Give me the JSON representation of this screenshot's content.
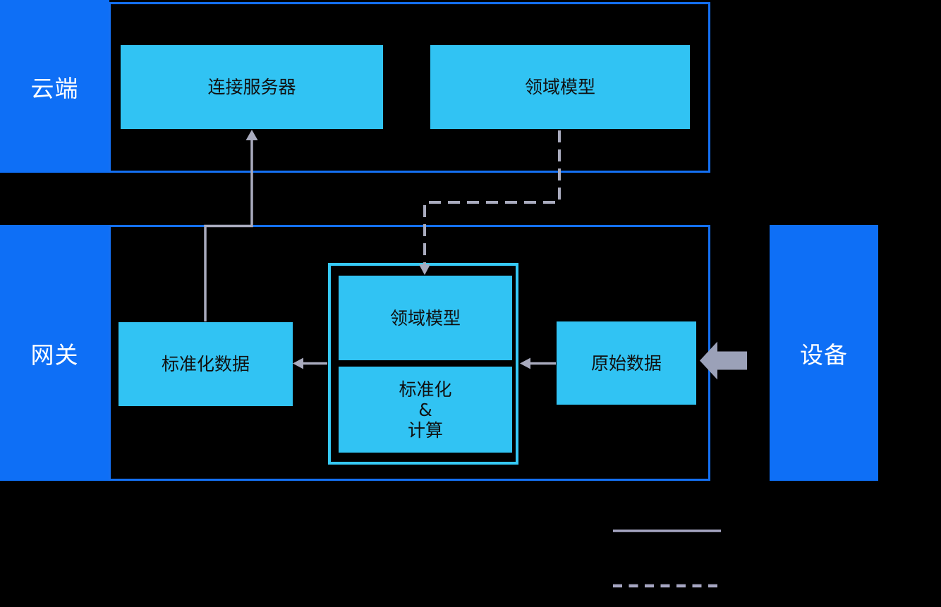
{
  "colors": {
    "background": "#000000",
    "section_blue": "#0e6ff6",
    "section_border_blue": "#1470f3",
    "node_cyan": "#31c3f3",
    "container_border_cyan": "#36c9f6",
    "connector_gray": "#a9abbe",
    "block_arrow_gray": "#9ba1b8",
    "legend_gray": "#a6a6c2",
    "node_text": "#101010",
    "label_text": "#ffffff"
  },
  "sections": {
    "cloud": {
      "label": "云端"
    },
    "gateway": {
      "label": "网关"
    },
    "device": {
      "label": "设备"
    }
  },
  "nodes": {
    "connect_server": {
      "label": "连接服务器"
    },
    "cloud_domain_model": {
      "label": "领域模型"
    },
    "standardized_data": {
      "label": "标准化数据"
    },
    "gateway_domain_model": {
      "label": "领域模型"
    },
    "standardize_compute": {
      "label": "标准化\n&\n计算"
    },
    "raw_data": {
      "label": "原始数据"
    }
  },
  "legend": {
    "items": [
      {
        "name": "solid-connector",
        "style": "solid"
      },
      {
        "name": "dashed-connector",
        "style": "dashed"
      }
    ]
  }
}
